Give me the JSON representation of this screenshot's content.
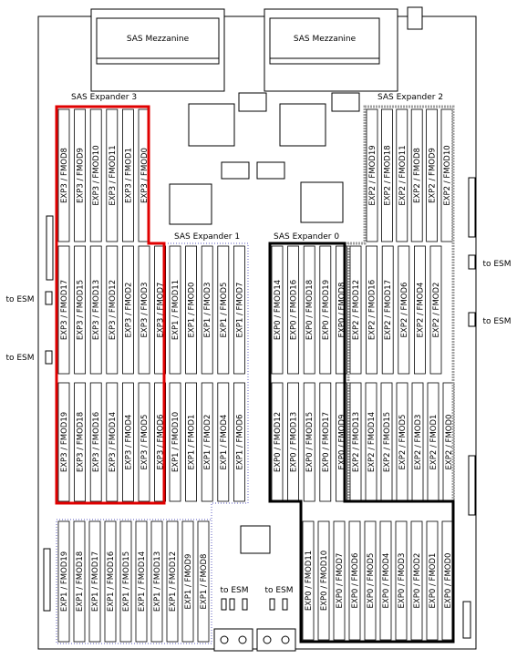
{
  "board": {
    "mezzanines": [
      "SAS Mezzanine",
      "SAS Mezzanine"
    ],
    "expander_labels": [
      "SAS Expander 3",
      "SAS Expander 2",
      "SAS Expander 1",
      "SAS Expander 0"
    ],
    "esm_label": "to ESM",
    "colors": {
      "exp3": "#e00000",
      "exp2": "#a0a0a0",
      "exp1": "#7a7acc",
      "exp0": "#000000"
    }
  },
  "slot_groups": [
    {
      "name": "exp3-top",
      "labels": [
        "EXP3 / FMOD8",
        "EXP3 / FMOD9",
        "EXP3 / FMOD10",
        "EXP3 / FMOD11",
        "EXP3 / FMOD1",
        "EXP3 / FMOD0"
      ]
    },
    {
      "name": "exp3-mid",
      "labels": [
        "EXP3 / FMOD17",
        "EXP3 / FMOD15",
        "EXP3 / FMOD13",
        "EXP3 / FMOD12",
        "EXP3 / FMOD2",
        "EXP3 / FMOD3",
        "EXP3 / FMOD7"
      ]
    },
    {
      "name": "exp3-bot",
      "labels": [
        "EXP3 / FMOD19",
        "EXP3 / FMOD18",
        "EXP3 / FMOD16",
        "EXP3 / FMOD14",
        "EXP3 / FMOD4",
        "EXP3 / FMOD5",
        "EXP3 / FMOD6"
      ]
    },
    {
      "name": "exp1-mid",
      "labels": [
        "EXP1 / FMOD11",
        "EXP1 / FMOD0",
        "EXP1 / FMOD3",
        "EXP1 / FMOD5",
        "EXP1 / FMOD7"
      ]
    },
    {
      "name": "exp1-bot",
      "labels": [
        "EXP1 / FMOD10",
        "EXP1 / FMOD1",
        "EXP1 / FMOD2",
        "EXP1 / FMOD4",
        "EXP1 / FMOD6"
      ]
    },
    {
      "name": "exp1-low",
      "labels": [
        "EXP1 / FMOD19",
        "EXP1 / FMOD18",
        "EXP1 / FMOD17",
        "EXP1 / FMOD16",
        "EXP1 / FMOD15",
        "EXP1 / FMOD14",
        "EXP1 / FMOD13",
        "EXP1 / FMOD12",
        "EXP1 / FMOD9",
        "EXP1 / FMOD8"
      ]
    },
    {
      "name": "exp0-mid",
      "labels": [
        "EXP0 / FMOD14",
        "EXP0 / FMOD16",
        "EXP0 / FMOD18",
        "EXP0 / FMOD19",
        "EXP0 / FMOD8"
      ]
    },
    {
      "name": "exp0-bot",
      "labels": [
        "EXP0 / FMOD12",
        "EXP0 / FMOD13",
        "EXP0 / FMOD15",
        "EXP0 / FMOD17",
        "EXP0 / FMOD9"
      ]
    },
    {
      "name": "exp0-low",
      "labels": [
        "EXP0 / FMOD11",
        "EXP0 / FMOD10",
        "EXP0 / FMOD7",
        "EXP0 / FMOD6",
        "EXP0 / FMOD5",
        "EXP0 / FMOD4",
        "EXP0 / FMOD3",
        "EXP0 / FMOD2",
        "EXP0 / FMOD1",
        "EXP0 / FMOD0"
      ]
    },
    {
      "name": "exp2-top",
      "labels": [
        "EXP2 / FMOD19",
        "EXP2 / FMOD18",
        "EXP2 / FMOD11",
        "EXP2 / FMOD8",
        "EXP2 / FMOD9",
        "EXP2 / FMOD10"
      ]
    },
    {
      "name": "exp2-mid",
      "labels": [
        "EXP2 / FMOD12",
        "EXP2 / FMOD16",
        "EXP2 / FMOD17",
        "EXP2 / FMOD6",
        "EXP2 / FMOD4",
        "EXP2 / FMOD2"
      ]
    },
    {
      "name": "exp2-bot",
      "labels": [
        "EXP2 / FMOD13",
        "EXP2 / FMOD14",
        "EXP2 / FMOD15",
        "EXP2 / FMOD5",
        "EXP2 / FMOD3",
        "EXP2 / FMOD1",
        "EXP2 / FMOD0"
      ]
    }
  ]
}
